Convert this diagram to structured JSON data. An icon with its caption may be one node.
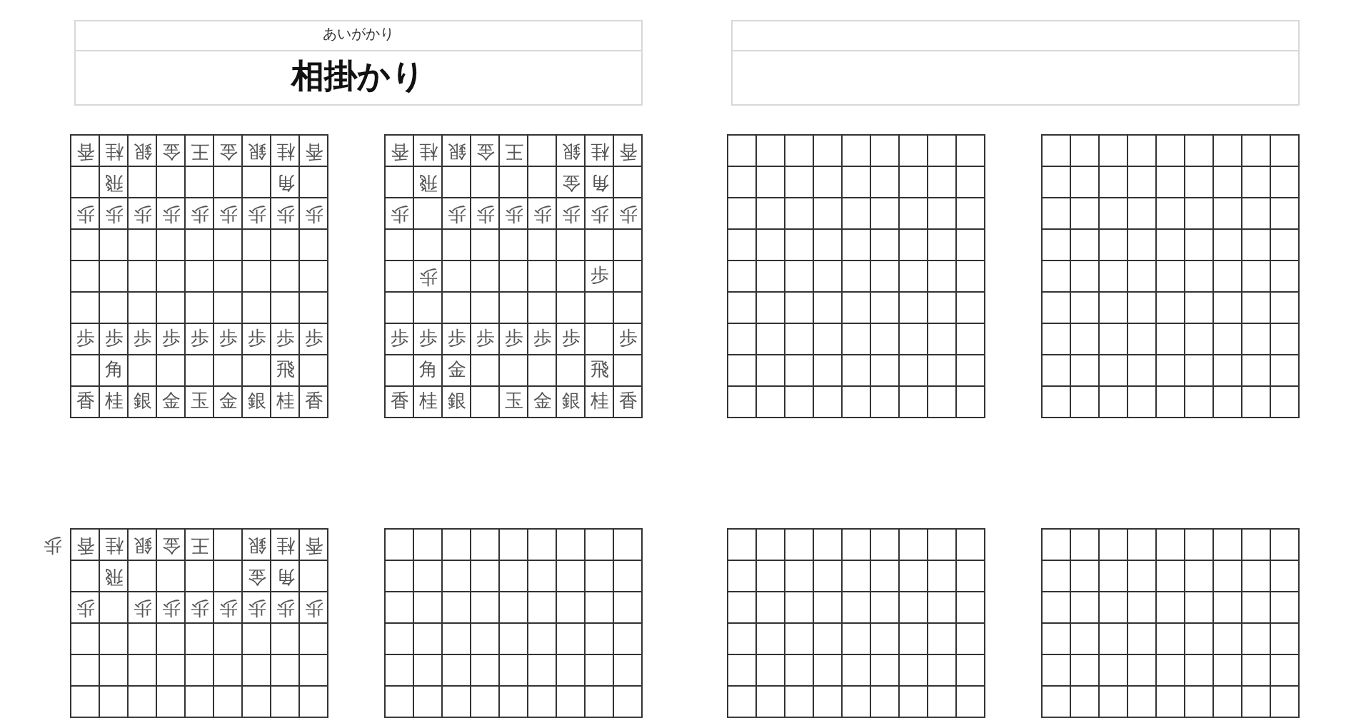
{
  "diagram": {
    "nodes": [
      {
        "text": [
          "あいがかり",
          "相掛かり"
        ]
      },
      {
        "text": [],
        "shape": "box"
      },
      {
        "text": [
          "香",
          "桂",
          "銀",
          "金",
          "王",
          "金",
          "銀",
          "桂",
          "香",
          "飛",
          "角",
          "歩",
          "歩",
          "歩",
          "歩",
          "歩",
          "歩",
          "歩",
          "歩",
          "歩",
          "歩",
          "歩",
          "歩",
          "歩",
          "歩",
          "歩",
          "歩",
          "歩",
          "歩",
          "角",
          "飛",
          "香",
          "桂",
          "銀",
          "金",
          "玉",
          "金",
          "銀",
          "桂",
          "香"
        ]
      },
      {
        "text": [
          "香",
          "桂",
          "銀",
          "金",
          "王",
          "銀",
          "桂",
          "香",
          "飛",
          "金",
          "角",
          "歩",
          "歩",
          "歩",
          "歩",
          "歩",
          "歩",
          "歩",
          "歩",
          "歩",
          "歩",
          "歩",
          "歩",
          "歩",
          "歩",
          "歩",
          "歩",
          "歩",
          "歩",
          "角",
          "金",
          "飛",
          "香",
          "桂",
          "銀",
          "玉",
          "金",
          "銀",
          "桂",
          "香"
        ]
      },
      {
        "text": [],
        "shape": "grid"
      },
      {
        "text": [],
        "shape": "grid"
      },
      {
        "text": [
          "香",
          "桂",
          "銀",
          "金",
          "王",
          "銀",
          "桂",
          "香",
          "飛",
          "金",
          "角",
          "歩",
          "歩",
          "歩",
          "歩",
          "歩",
          "歩",
          "歩",
          "歩"
        ],
        "beside": [
          "歩"
        ]
      },
      {
        "text": [],
        "shape": "grid"
      },
      {
        "text": [],
        "shape": "grid"
      },
      {
        "text": [],
        "shape": "grid"
      }
    ]
  }
}
